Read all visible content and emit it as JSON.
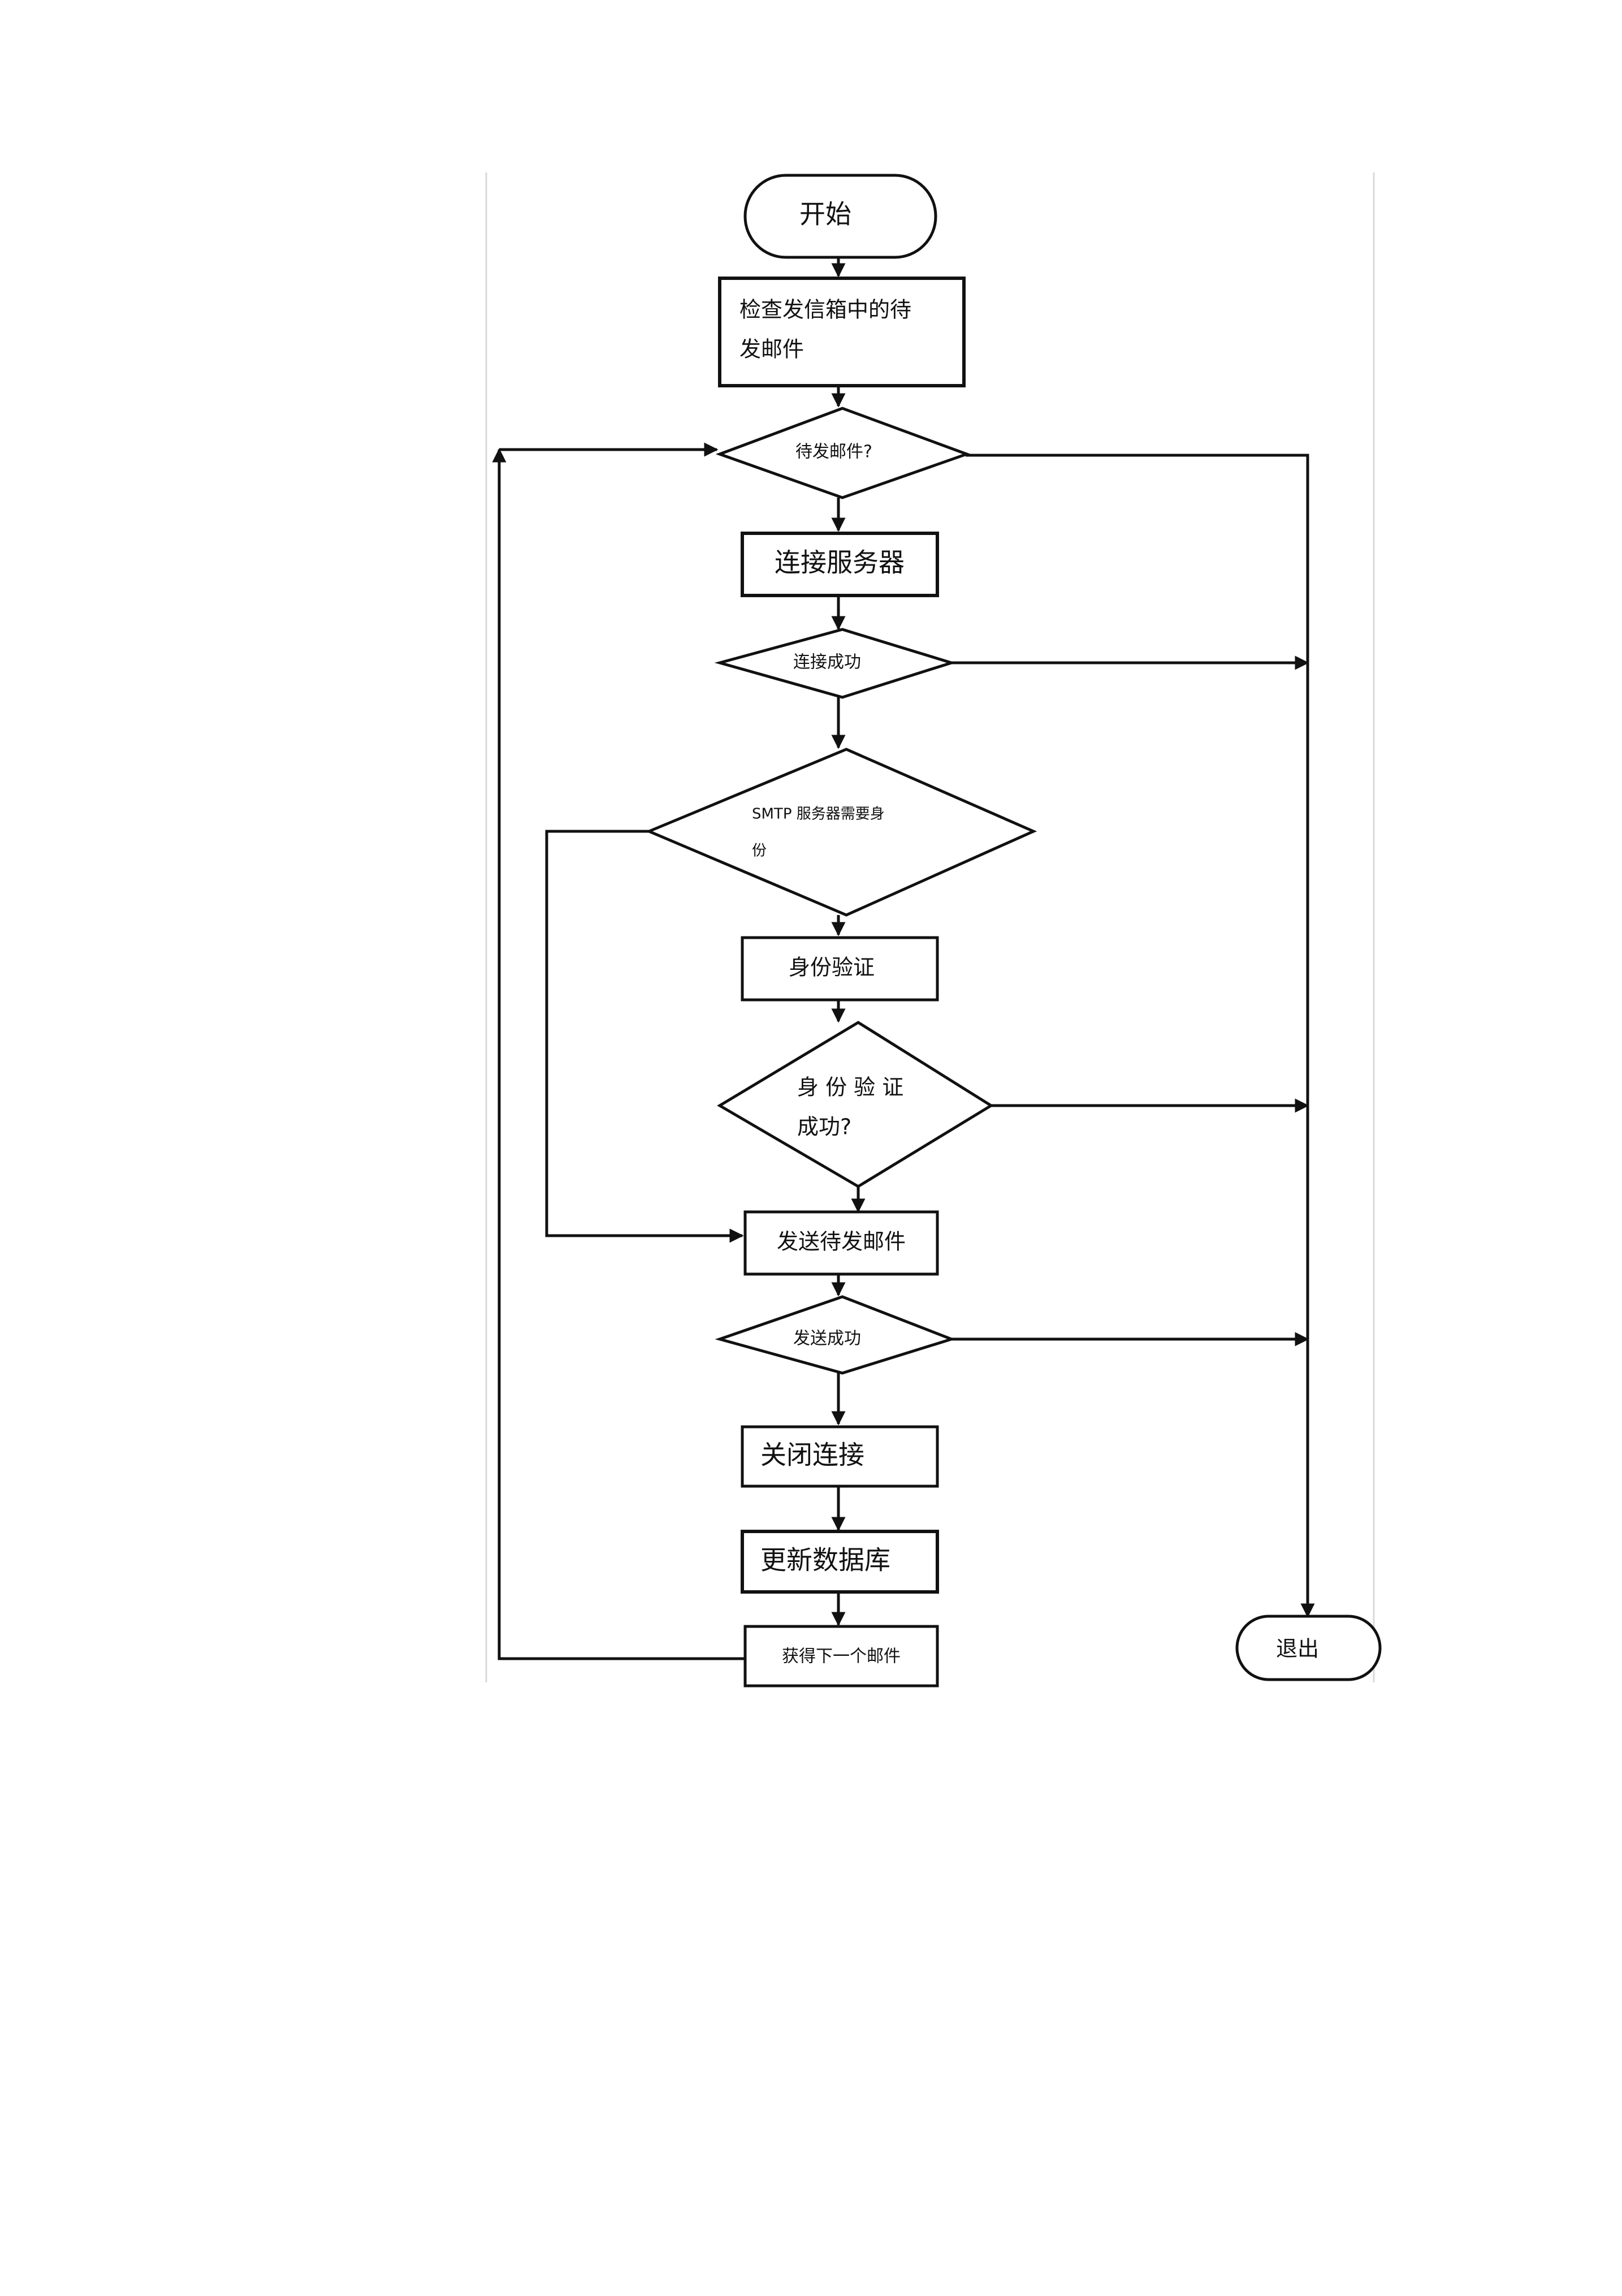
{
  "flowchart": {
    "nodes": {
      "start": "开始",
      "check_outbox": {
        "line1": "检查发信箱中的待",
        "line2": "发邮件"
      },
      "has_pending": "待发邮件?",
      "connect_server": "连接服务器",
      "connect_ok": "连接成功",
      "smtp_auth_needed": {
        "line1": "SMTP 服务器需要身",
        "line2": "份"
      },
      "authenticate": "身份验证",
      "auth_ok": {
        "line1": "身 份 验 证",
        "line2": "成功?"
      },
      "send_mail": "发送待发邮件",
      "send_ok": "发送成功",
      "close_connection": "关闭连接",
      "update_db": "更新数据库",
      "next_mail": "获得下一个邮件",
      "exit": "退出"
    }
  }
}
